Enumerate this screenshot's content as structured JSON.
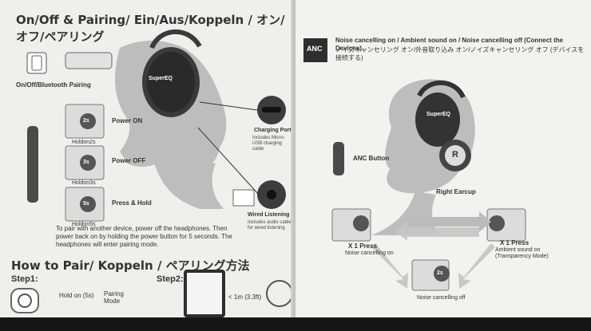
{
  "left": {
    "title": "On/Off & Pairing/ Ein/Aus/Koppeln / オン/オフ/ペアリング",
    "onoff_label": "On/Off/Bluetooth Pairing",
    "brand_left": "SuperEQ",
    "power_on": "Power ON",
    "hold2": "Holdon2s",
    "power_off": "Power OFF",
    "hold3": "Holdon3s",
    "press_hold": "Press & Hold",
    "hold5": "Holdon5s",
    "charging_port": "Charging Port",
    "charging_port_sub": "Includes Micro-USB charging cable",
    "wired_listening": "Wired Listening",
    "wired_sub": "Includes audio cable for wired listening",
    "pair_note": "To pair with another device, power off the headphones. Then power back on by holding the power button for 5 seconds. The headphones will enter pairing mode.",
    "howto": "How to Pair/ Koppeln / ペアリング方法",
    "step1": "Step1:",
    "step2": "Step2:",
    "hold_on_5s": "Hold on (5s)",
    "pairing_mode": "Pairing Mode",
    "distance": "< 1m (3.3ft)",
    "btn_2s": "2s",
    "btn_3s": "3s",
    "btn_5s": "5s"
  },
  "right": {
    "anc_icon_text": "ANC",
    "header_en": "Noise cancelling on / Ambient sound on / Noise cancelling off (Connect the Devices)",
    "header_jp": "ノイズキャンセリング オン/外音取り込み オン/ノイズキャンセリング オフ (デバイスを接続する)",
    "brand_right": "SuperEQ",
    "r_letter": "R",
    "anc_button": "ANC Button",
    "right_earcup": "Right Earcup",
    "x1_press_left": "X 1 Press",
    "nc_on": "Noise cancelling on",
    "x1_press_right": "X 1 Press",
    "ambient": "Ambient sound on (Transparency Mode)",
    "btn_2s": "2s",
    "nc_off": "Noise cancelling off"
  }
}
